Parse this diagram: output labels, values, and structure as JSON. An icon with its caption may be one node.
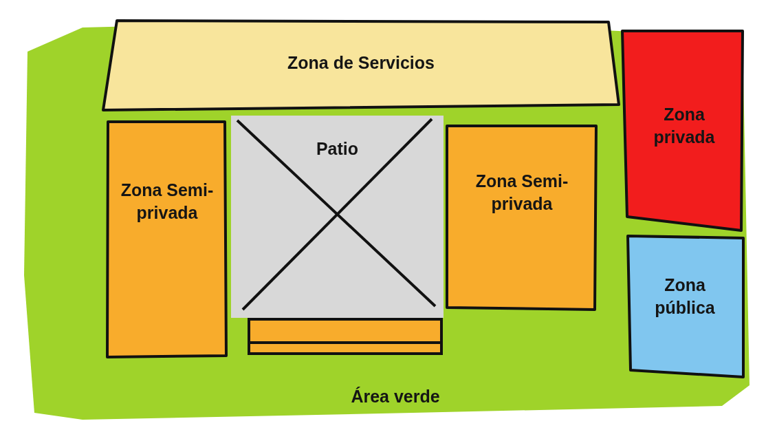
{
  "diagram": {
    "nodes": [
      {
        "text": [
          "Área verde"
        ]
      },
      {
        "text": [
          "Zona de Servicios"
        ],
        "in": 0
      },
      {
        "text": [
          "Zona privada"
        ],
        "in": 0
      },
      {
        "text": [
          "Patio"
        ],
        "in": 0
      },
      {
        "text": [
          "Zona Semi-privada"
        ],
        "in": 0
      },
      {
        "text": [
          "Zona Semi-privada"
        ],
        "in": 0
      },
      {
        "text": [
          "Zona pública"
        ],
        "in": 0
      },
      {
        "text": [],
        "shape": "box",
        "in": 0
      }
    ]
  }
}
